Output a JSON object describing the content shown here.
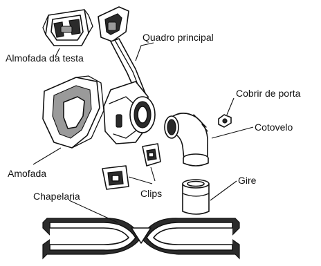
{
  "labels": {
    "forehead_pad": "Almofada da testa",
    "main_frame": "Quadro principal",
    "port_cap": "Cobrir de porta",
    "elbow": "Cotovelo",
    "cushion": "Amofada",
    "clips": "Clips",
    "swivel": "Gire",
    "headgear": "Chapelaria"
  }
}
